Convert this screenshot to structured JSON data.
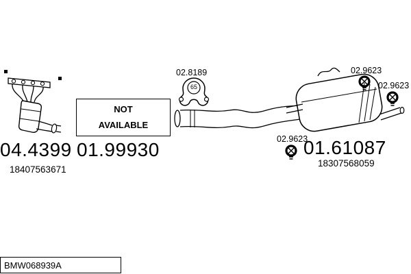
{
  "page": {
    "background": "#ffffff",
    "line_color": "#000000"
  },
  "parts": {
    "manifold": {
      "code": "04.4399",
      "oem": "18407563671"
    },
    "mid_pipe": {
      "code": "01.99930",
      "availability": "NOT\nAVAILABLE"
    },
    "gasket": {
      "code": "02.8189",
      "diameter": "65"
    },
    "rear_muffler": {
      "code": "01.61087",
      "oem": "18307568059"
    },
    "clamp_top": {
      "code": "02.9623"
    },
    "clamp_right": {
      "code": "02.9623"
    },
    "clamp_center": {
      "code": "02.9623"
    }
  },
  "footer": {
    "reference": "BMW068939A"
  }
}
